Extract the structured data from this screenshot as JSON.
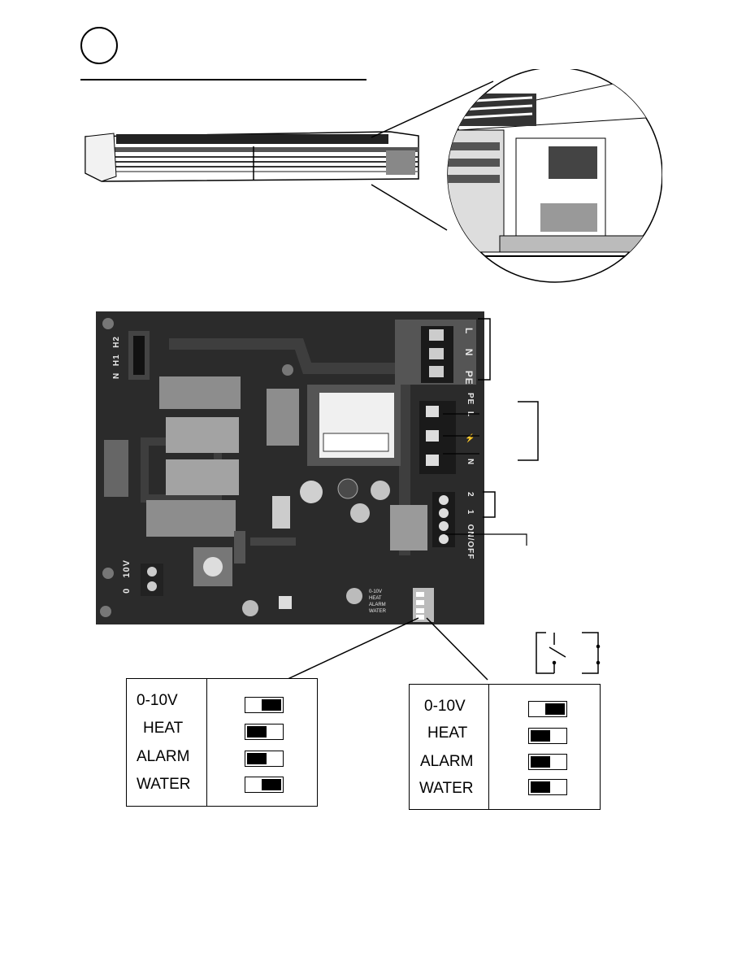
{
  "silkscreen": {
    "mains_terminal": [
      "L",
      "N",
      "PE"
    ],
    "output_terminal": [
      "PE",
      "L",
      "⚡",
      "N"
    ],
    "control_terminal": [
      "2",
      "1",
      "ON/OFF"
    ],
    "heater_terminal": [
      "N",
      "H1",
      "H2"
    ],
    "analog_terminal": [
      "0",
      "10V"
    ],
    "dip_legend": [
      "0-10V",
      "HEAT",
      "ALARM",
      "WATER"
    ]
  },
  "dip_panels": [
    {
      "rows": [
        {
          "label": "0-10V",
          "state": "on"
        },
        {
          "label": "HEAT",
          "state": "off"
        },
        {
          "label": "ALARM",
          "state": "off"
        },
        {
          "label": "WATER",
          "state": "on"
        }
      ]
    },
    {
      "rows": [
        {
          "label": "0-10V",
          "state": "on"
        },
        {
          "label": "HEAT",
          "state": "off"
        },
        {
          "label": "ALARM",
          "state": "off"
        },
        {
          "label": "WATER",
          "state": "off"
        }
      ]
    }
  ],
  "colors": {
    "board": "#2b2b2b",
    "silkscreen": "#e8e8e8",
    "ink": "#000000"
  }
}
